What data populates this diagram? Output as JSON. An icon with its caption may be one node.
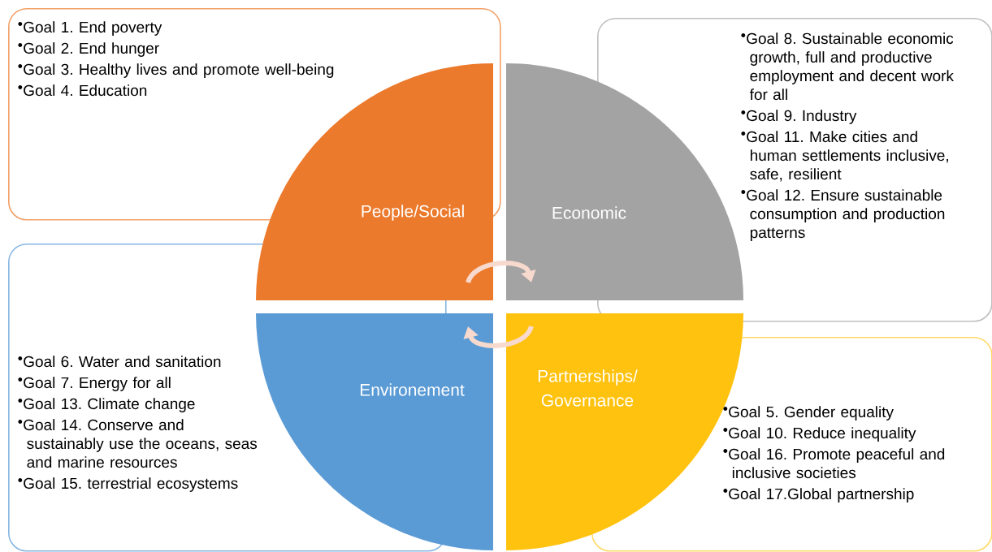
{
  "diagram": {
    "nodes": [
      {
        "text": [
          "Goal 1. End poverty",
          "Goal 2. End hunger",
          "Goal 3. Healthy lives and promote well-being",
          "Goal 4. Education"
        ]
      },
      {
        "text": [
          "Goal 8. Sustainable economic growth, full and productive employment and decent work for all",
          "Goal 9. Industry",
          "Goal 11. Make cities and human settlements inclusive, safe, resilient",
          "Goal 12. Ensure sustainable consumption and production patterns"
        ]
      },
      {
        "text": [
          "Goal 6. Water and sanitation",
          "Goal 7. Energy for all",
          "Goal 13. Climate change",
          "Goal 14. Conserve and sustainably use the oceans, seas and marine resources",
          "Goal 15. terrestrial ecosystems"
        ]
      },
      {
        "text": [
          "Goal 5. Gender equality",
          "Goal 10. Reduce inequality",
          "Goal 16. Promote peaceful and inclusive societies",
          "Goal 17.Global partnership"
        ]
      },
      {
        "text": [
          "People/Social"
        ]
      },
      {
        "text": [
          "Economic"
        ]
      },
      {
        "text": [
          "Environement"
        ]
      },
      {
        "text": [
          "Partnerships/ Governance"
        ]
      }
    ],
    "edges": [
      {
        "from": 4,
        "to": 5,
        "arrow": "to"
      },
      {
        "from": 7,
        "to": 6,
        "arrow": "to"
      }
    ]
  }
}
